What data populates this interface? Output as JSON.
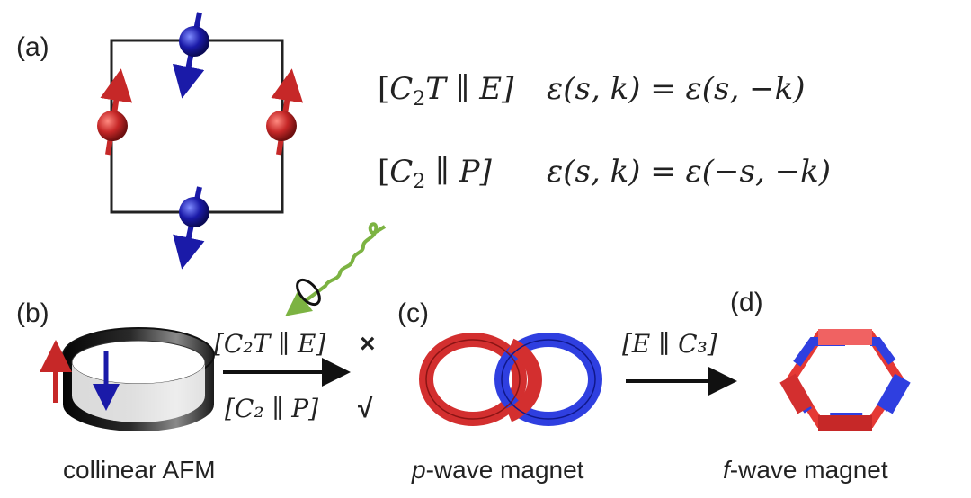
{
  "panels": {
    "a": "(a)",
    "b": "(b)",
    "c": "(c)",
    "d": "(d)"
  },
  "equations": {
    "row1": {
      "sym_prefix": "[",
      "sym_op": "C",
      "sym_sub": "2",
      "sym_rest": "T ∥ E]",
      "relation": "ε(s, k) = ε(s, −k)"
    },
    "row2": {
      "sym_prefix": "[",
      "sym_op": "C",
      "sym_sub": "2",
      "sym_rest": " ∥ P]",
      "relation": "ε(s, k) = ε(−s, −k)"
    }
  },
  "arrow_bc": {
    "top": "[C₂T ∥ E]",
    "top_mark": "×",
    "bottom": "[C₂ ∥ P]",
    "bottom_mark": "√"
  },
  "arrow_cd": {
    "top": "[E ∥ C₃]"
  },
  "captions": {
    "b": "collinear AFM",
    "c_prefix": "p",
    "c_suffix": "-wave magnet",
    "d_prefix": "f",
    "d_suffix": "-wave magnet"
  },
  "colors": {
    "spin_up": "#c62828",
    "spin_down": "#1a1aa8",
    "light_wave": "#7cb342",
    "ring_black": "#1a1a1a",
    "lattice": "#222222"
  }
}
